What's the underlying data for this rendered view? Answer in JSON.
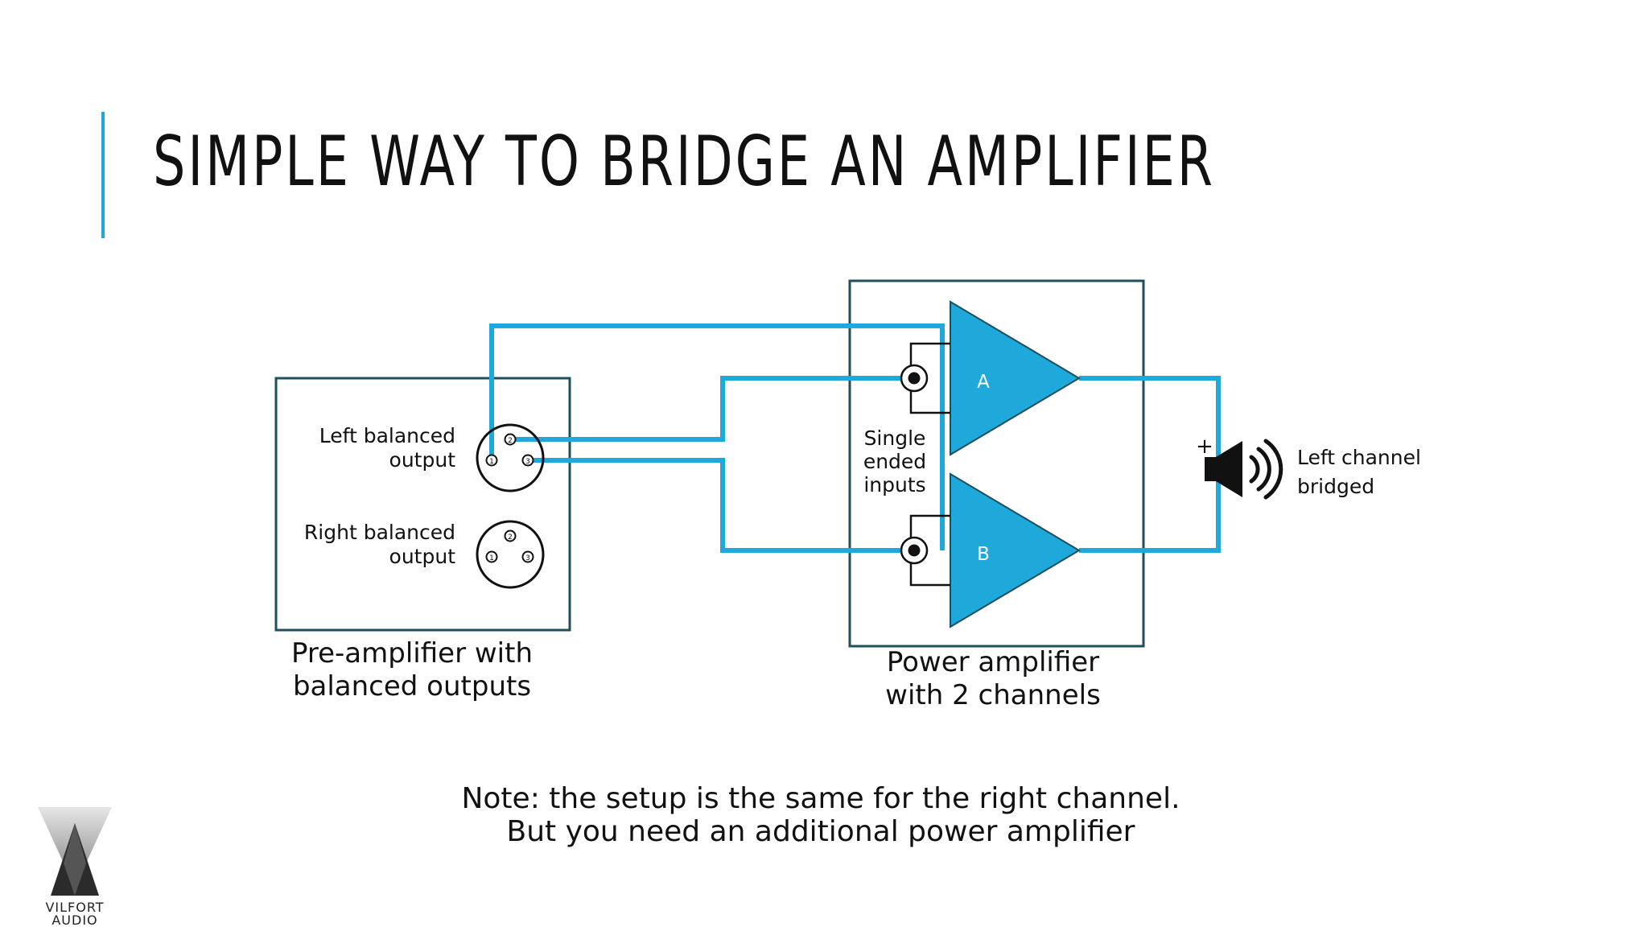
{
  "slide": {
    "title": "SIMPLE WAY TO BRIDGE AN AMPLIFIER",
    "accent_color": "#1fa9db"
  },
  "preamp": {
    "left_label_line1": "Left balanced",
    "left_label_line2": "output",
    "right_label_line1": "Right balanced",
    "right_label_line2": "output",
    "caption_line1": "Pre-amplifier with",
    "caption_line2": "balanced outputs",
    "pins": [
      "1",
      "2",
      "3"
    ]
  },
  "power_amp": {
    "inputs_label_line1": "Single",
    "inputs_label_line2": "ended",
    "inputs_label_line3": "inputs",
    "channel_a": "A",
    "channel_b": "B",
    "caption_line1": "Power amplifier",
    "caption_line2": "with 2 channels",
    "amp_color": "#1fa9db"
  },
  "speaker": {
    "polarity": "+",
    "label_line1": "Left channel",
    "label_line2": "bridged",
    "icon": "speaker-icon"
  },
  "note": {
    "line1": "Note: the setup is the same for the right channel.",
    "line2": "But you need an additional power amplifier"
  },
  "logo": {
    "line1": "VILFORT",
    "line2": "AUDIO"
  },
  "colors": {
    "wire": "#1fa9db",
    "box_border": "#1e4f5c",
    "text": "#111111"
  }
}
